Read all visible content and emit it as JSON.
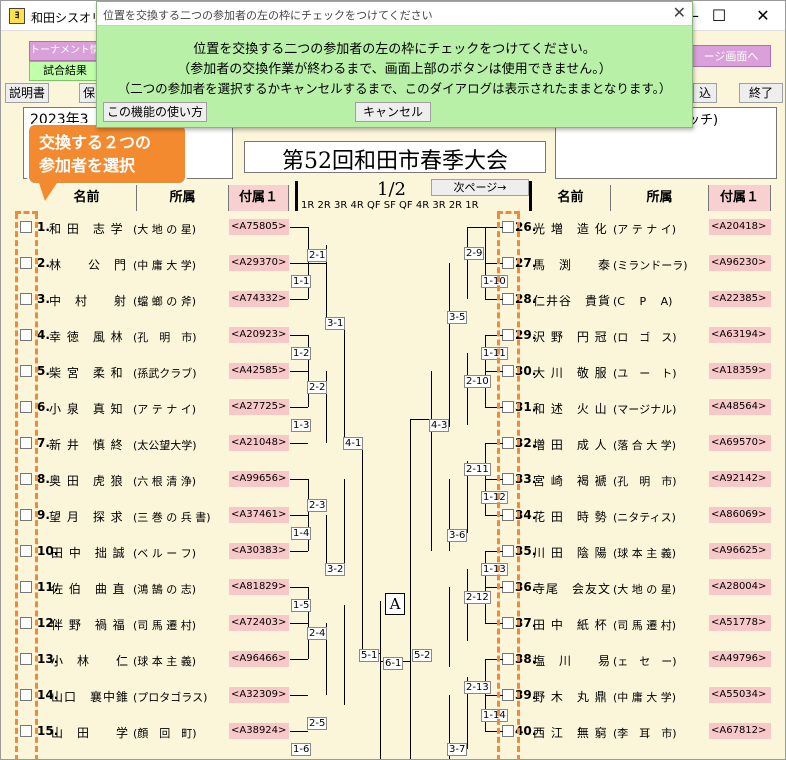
{
  "window": {
    "title": "和田シスオリジ",
    "minimize": "—",
    "maximize": "☐",
    "close": "✕"
  },
  "toolbar": {
    "btn1": "トーナメント情報編集",
    "btn2": "試合結果",
    "btn_right": "ージ画面へ",
    "tab_setsumei": "説明書",
    "tab_ho": "保",
    "tab_kome": "込",
    "tab_end": "終了",
    "year_prefix": "2023年3",
    "match_suffix": "マッチ)"
  },
  "dialog": {
    "title": "位置を交換する二つの参加者の左の枠にチェックをつけてください",
    "close": "✕",
    "line1": "位置を交換する二つの参加者の左の枠にチェックをつけてください。",
    "line2": "（参加者の交換作業が終わるまで、画面上部のボタンは使用できません。）",
    "line3": "（二つの参加者を選択するかキャンセルするまで、このダイアログは表示されたままとなります。）",
    "help_button": "この機能の使い方",
    "cancel_button": "キャンセル"
  },
  "callout": {
    "line1": "交換する２つの",
    "line2": "参加者を選択"
  },
  "tournament": {
    "title": "第52回和田市春季大会",
    "page": "1/2",
    "next_page": "次ページ→",
    "rounds": "1R 2R 3R 4R QF SF QF 4R 3R 2R 1R",
    "court_label": "A",
    "final_label": "6-1"
  },
  "headers": {
    "name": "名前",
    "affiliation": "所属",
    "attached": "付属１"
  },
  "left_players": [
    {
      "num": "1.",
      "name": "和 田　志 学",
      "aff": "(大 地 の 星)",
      "code": "<A75805>"
    },
    {
      "num": "2.",
      "name": "林　　公　門",
      "aff": "(中 庸 大 学)",
      "code": "<A29370>"
    },
    {
      "num": "3.",
      "name": "中　村　　射",
      "aff": "(蟷 螂 の 斧)",
      "code": "<A74332>"
    },
    {
      "num": "4.",
      "name": "幸 徳　風 林",
      "aff": "(孔　明　市)",
      "code": "<A20923>"
    },
    {
      "num": "5.",
      "name": "柴 宮　柔 和",
      "aff": "(孫武クラブ)",
      "code": "<A42585>"
    },
    {
      "num": "6.",
      "name": "小 泉　真 知",
      "aff": "(ア テ ナ イ)",
      "code": "<A27725>"
    },
    {
      "num": "7.",
      "name": "新 井　慎 終",
      "aff": "(太公望大学)",
      "code": "<A21048>"
    },
    {
      "num": "8.",
      "name": "奥 田　虎 狼",
      "aff": "(六 根 清 浄)",
      "code": "<A99656>"
    },
    {
      "num": "9.",
      "name": "望 月　探 求",
      "aff": "(三 巻 の 兵 書)",
      "code": "<A37461>"
    },
    {
      "num": "10.",
      "name": "田 中　拙 誠",
      "aff": "(ベ ル ー フ)",
      "code": "<A30383>"
    },
    {
      "num": "11.",
      "name": "佐 伯　曲 直",
      "aff": "(鴻 鵠 の 志)",
      "code": "<A81829>"
    },
    {
      "num": "12.",
      "name": "伴 野　禍 福",
      "aff": "(司 馬 遷 村)",
      "code": "<A72403>"
    },
    {
      "num": "13.",
      "name": "小　林　　仁",
      "aff": "(球 本 主 義)",
      "code": "<A96466>"
    },
    {
      "num": "14.",
      "name": "山口　襄中錐",
      "aff": "(プロタゴラス)",
      "code": "<A32309>"
    },
    {
      "num": "15.",
      "name": "山　田　　学",
      "aff": "(顔　回　町)",
      "code": "<A38924>"
    }
  ],
  "right_players": [
    {
      "num": "26.",
      "name": "光 増　造 化",
      "aff": "(ア テ ナ イ)",
      "code": "<A20418>"
    },
    {
      "num": "27.",
      "name": "馬　渕　　泰",
      "aff": "(ミランドーラ)",
      "code": "<A96230>"
    },
    {
      "num": "28.",
      "name": "仁井谷　貴貨",
      "aff": "(C　 P　 A)",
      "code": "<A22385>"
    },
    {
      "num": "29.",
      "name": "沢 野　円 冠",
      "aff": "(ロ　ゴ　ス)",
      "code": "<A63194>"
    },
    {
      "num": "30.",
      "name": "大 川　敬 服",
      "aff": "(ユ　ー　ト)",
      "code": "<A18359>"
    },
    {
      "num": "31.",
      "name": "和 述　火 山",
      "aff": "(マージナル)",
      "code": "<A48564>"
    },
    {
      "num": "32.",
      "name": "増 田　成 人",
      "aff": "(落 合 大 学)",
      "code": "<A69570>"
    },
    {
      "num": "33.",
      "name": "宮 崎　褐 褫",
      "aff": "(孔　明　市)",
      "code": "<A92142>"
    },
    {
      "num": "34.",
      "name": "花 田　時 勢",
      "aff": "(ニタティス)",
      "code": "<A86069>"
    },
    {
      "num": "35.",
      "name": "川 田　陰 陽",
      "aff": "(球 本 主 義)",
      "code": "<A96625>"
    },
    {
      "num": "36.",
      "name": "寺尾　会友文",
      "aff": "(大 地 の 星)",
      "code": "<A28004>"
    },
    {
      "num": "37.",
      "name": "田 中　紙 杯",
      "aff": "(司 馬 遷 村)",
      "code": "<A51778>"
    },
    {
      "num": "38.",
      "name": "塩　川　　易",
      "aff": "(ェ　セ　ー)",
      "code": "<A49796>"
    },
    {
      "num": "39.",
      "name": "野 木　丸 鼎",
      "aff": "(中 庸 大 学)",
      "code": "<A55034>"
    },
    {
      "num": "40.",
      "name": "西 江　無 窮",
      "aff": "(李　耳　市)",
      "code": "<A67812>"
    }
  ],
  "left_match_labels": [
    "2-1",
    "1-1",
    "3-1",
    "1-2",
    "2-2",
    "1-3",
    "4-1",
    "2-3",
    "1-4",
    "3-2",
    "1-5",
    "2-4",
    "5-1",
    "2-5",
    "1-6"
  ],
  "right_match_labels": [
    "2-9",
    "1-10",
    "3-5",
    "1-11",
    "2-10",
    "4-3",
    "2-11",
    "1-12",
    "3-6",
    "1-13",
    "2-12",
    "5-2",
    "2-13",
    "1-14",
    "3-7"
  ]
}
